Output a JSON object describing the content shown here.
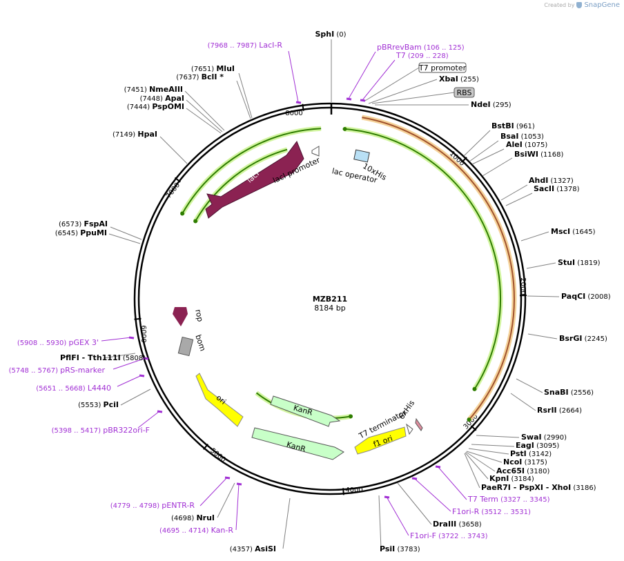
{
  "branding": {
    "created_by": "Created by",
    "product": "SnapGene"
  },
  "plasmid": {
    "name": "MZB211",
    "size_label": "8184 bp",
    "length": 8184
  },
  "colors": {
    "backbone": "#000000",
    "enzyme_line": "#808080",
    "primer": "#a12fd4",
    "lacI": "#8b2252",
    "kanR": "#c8ffc8",
    "ori": "#ffff00",
    "f1ori": "#ffff00",
    "rop": "#8b2252",
    "bom": "#a9a9a9",
    "orf_green": "#2e7d00",
    "orf_orange": "#a0522d",
    "promoter_white": "#ffffff"
  },
  "ticks": [
    "1000",
    "2000",
    "3000",
    "4000",
    "5000",
    "6000",
    "7000",
    "8000"
  ],
  "features": [
    {
      "id": "lacI",
      "label": "lacI"
    },
    {
      "id": "lacI-promoter",
      "label": "lacI promoter"
    },
    {
      "id": "lac-operator",
      "label": "lac operator"
    },
    {
      "id": "his-tag-1",
      "label": "10xHis"
    },
    {
      "id": "his-tag-2",
      "label": "6xHis"
    },
    {
      "id": "t7-terminator",
      "label": "T7 terminator"
    },
    {
      "id": "f1-ori",
      "label": "f1 ori"
    },
    {
      "id": "kanr-1",
      "label": "KanR"
    },
    {
      "id": "kanr-2",
      "label": "KanR"
    },
    {
      "id": "ori",
      "label": "ori"
    },
    {
      "id": "rop",
      "label": "rop"
    },
    {
      "id": "bom",
      "label": "bom"
    }
  ],
  "labels": [
    {
      "id": "sphi",
      "type": "enzyme",
      "name": "SphI",
      "pos": "(0)"
    },
    {
      "id": "pbrrevbam",
      "type": "primer",
      "name": "pBRrevBam",
      "pos": "(106 .. 125)"
    },
    {
      "id": "t7",
      "type": "primer",
      "name": "T7",
      "pos": "(209 .. 228)"
    },
    {
      "id": "t7promoter",
      "type": "boxed",
      "name": "T7 promoter"
    },
    {
      "id": "xbai",
      "type": "enzyme",
      "name": "XbaI",
      "pos": "(255)"
    },
    {
      "id": "rbs",
      "type": "boxed-gray",
      "name": "RBS"
    },
    {
      "id": "ndei",
      "type": "enzyme",
      "name": "NdeI",
      "pos": "(295)"
    },
    {
      "id": "bstbi",
      "type": "enzyme",
      "name": "BstBI",
      "pos": "(961)"
    },
    {
      "id": "bsai",
      "type": "enzyme",
      "name": "BsaI",
      "pos": "(1053)"
    },
    {
      "id": "alei",
      "type": "enzyme",
      "name": "AleI",
      "pos": "(1075)"
    },
    {
      "id": "bsiwi",
      "type": "enzyme",
      "name": "BsiWI",
      "pos": "(1168)"
    },
    {
      "id": "ahdi",
      "type": "enzyme",
      "name": "AhdI",
      "pos": "(1327)"
    },
    {
      "id": "sacii",
      "type": "enzyme",
      "name": "SacII",
      "pos": "(1378)"
    },
    {
      "id": "msci",
      "type": "enzyme",
      "name": "MscI",
      "pos": "(1645)"
    },
    {
      "id": "stui",
      "type": "enzyme",
      "name": "StuI",
      "pos": "(1819)"
    },
    {
      "id": "paqci",
      "type": "enzyme",
      "name": "PaqCI",
      "pos": "(2008)"
    },
    {
      "id": "bsrgi",
      "type": "enzyme",
      "name": "BsrGI",
      "pos": "(2245)"
    },
    {
      "id": "snabi",
      "type": "enzyme",
      "name": "SnaBI",
      "pos": "(2556)"
    },
    {
      "id": "rsrii",
      "type": "enzyme",
      "name": "RsrII",
      "pos": "(2664)"
    },
    {
      "id": "swai",
      "type": "enzyme",
      "name": "SwaI",
      "pos": "(2990)"
    },
    {
      "id": "eagi",
      "type": "enzyme",
      "name": "EagI",
      "pos": "(3095)"
    },
    {
      "id": "psti",
      "type": "enzyme",
      "name": "PstI",
      "pos": "(3142)"
    },
    {
      "id": "ncoi",
      "type": "enzyme",
      "name": "NcoI",
      "pos": "(3175)"
    },
    {
      "id": "acc65i",
      "type": "enzyme",
      "name": "Acc65I",
      "pos": "(3180)"
    },
    {
      "id": "kpni",
      "type": "enzyme",
      "name": "KpnI",
      "pos": "(3184)"
    },
    {
      "id": "paer7i",
      "type": "enzyme",
      "name": "PaeR7I",
      "name2": "- PspXI",
      "name3": "- XhoI",
      "pos": "(3186)"
    },
    {
      "id": "t7term",
      "type": "primer",
      "name": "T7 Term",
      "pos": "(3327 .. 3345)"
    },
    {
      "id": "f1ori-r",
      "type": "primer",
      "name": "F1ori-R",
      "pos": "(3512 .. 3531)"
    },
    {
      "id": "draiii",
      "type": "enzyme",
      "name": "DraIII",
      "pos": "(3658)"
    },
    {
      "id": "f1ori-f",
      "type": "primer",
      "name": "F1ori-F",
      "pos": "(3722 .. 3743)"
    },
    {
      "id": "psii",
      "type": "enzyme",
      "name": "PsiI",
      "pos": "(3783)"
    },
    {
      "id": "asisi",
      "type": "enzyme",
      "name": "AsiSI",
      "pos": "(4357)"
    },
    {
      "id": "pentr-r",
      "type": "primer",
      "name": "pENTR-R",
      "pos": "(4779 .. 4798)"
    },
    {
      "id": "frui",
      "type": "enzyme",
      "name": "NruI",
      "pos": "(4698)"
    },
    {
      "id": "kan-r",
      "type": "primer",
      "name": "Kan-R",
      "pos": "(4695 .. 4714)"
    },
    {
      "id": "pbr322ori-f",
      "type": "primer",
      "name": "pBR322ori-F",
      "pos": "(5398 .. 5417)"
    },
    {
      "id": "pcii",
      "type": "enzyme",
      "name": "PciI",
      "pos": "(5553)"
    },
    {
      "id": "l4440",
      "type": "primer",
      "name": "L4440",
      "pos": "(5651 .. 5668)"
    },
    {
      "id": "prs-marker",
      "type": "primer",
      "name": "pRS-marker",
      "pos": "(5748 .. 5767)"
    },
    {
      "id": "pflfi",
      "type": "enzyme",
      "name": "PflFI",
      "name2": "- Tth111I",
      "pos": "(5808)"
    },
    {
      "id": "pgex3",
      "type": "primer",
      "name": "pGEX 3'",
      "pos": "(5908 .. 5930)"
    },
    {
      "id": "ppumi",
      "type": "enzyme",
      "name": "PpuMI",
      "pos": "(6545)"
    },
    {
      "id": "fspai",
      "type": "enzyme",
      "name": "FspAI",
      "pos": "(6573)"
    },
    {
      "id": "hpai",
      "type": "enzyme",
      "name": "HpaI",
      "pos": "(7149)"
    },
    {
      "id": "pspomi",
      "type": "enzyme",
      "name": "PspOMI",
      "pos": "(7444)"
    },
    {
      "id": "apai",
      "type": "enzyme",
      "name": "ApaI",
      "pos": "(7448)"
    },
    {
      "id": "nmeaiii",
      "type": "enzyme",
      "name": "NmeAIII",
      "pos": "(7451)"
    },
    {
      "id": "bcli",
      "type": "enzyme",
      "name": "BclI *",
      "pos": "(7637)"
    },
    {
      "id": "mlui",
      "type": "enzyme",
      "name": "MluI",
      "pos": "(7651)"
    },
    {
      "id": "laci-r",
      "type": "primer",
      "name": "LacI-R",
      "pos": "(7968 .. 7987)"
    }
  ]
}
